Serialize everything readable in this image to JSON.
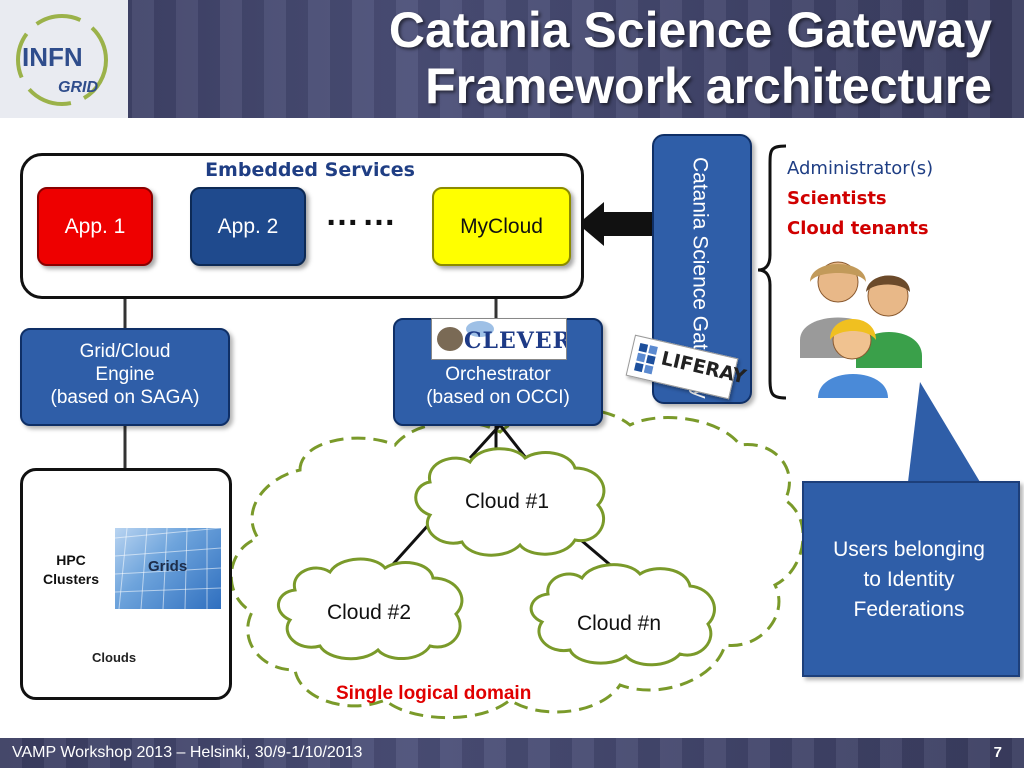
{
  "header": {
    "logo": {
      "line1": "INFN",
      "line2": "GRID"
    },
    "title_line1": "Catania Science Gateway",
    "title_line2": "Framework architecture"
  },
  "embedded": {
    "title": "Embedded Services",
    "app1": "App. 1",
    "app2": "App. 2",
    "dots": "……",
    "mycloud": "MyCloud"
  },
  "engine": {
    "line1": "Grid/Cloud",
    "line2": "Engine",
    "line3": "(based on SAGA)"
  },
  "orchestrator": {
    "logo": "CLEVER",
    "line1": "Orchestrator",
    "line2": "(based on OCCI)"
  },
  "resources": {
    "hpc_line1": "HPC",
    "hpc_line2": "Clusters",
    "grids": "Grids",
    "clouds": "Clouds"
  },
  "gateway": {
    "text": "Catania Science Gateway",
    "liferay": "LIFERAY"
  },
  "roles": {
    "admin": "Administrator(s)",
    "scientists": "Scientists",
    "tenants": "Cloud tenants"
  },
  "users": {
    "line1": "Users belonging",
    "line2": "to Identity",
    "line3": "Federations"
  },
  "clouds": {
    "c1": "Cloud #1",
    "c2": "Cloud #2",
    "cn": "Cloud #n",
    "domain": "Single logical domain"
  },
  "footer": {
    "text": "VAMP Workshop 2013 – Helsinki, 30/9-1/10/2013",
    "page": "7"
  },
  "colors": {
    "header_bg": "#45486e",
    "box_blue": "#2f5ea8",
    "app_red": "#ee0000",
    "mycloud_yellow": "#ffff00",
    "accent_red": "#e00000",
    "cloud_dash": "#7a9a2a"
  }
}
